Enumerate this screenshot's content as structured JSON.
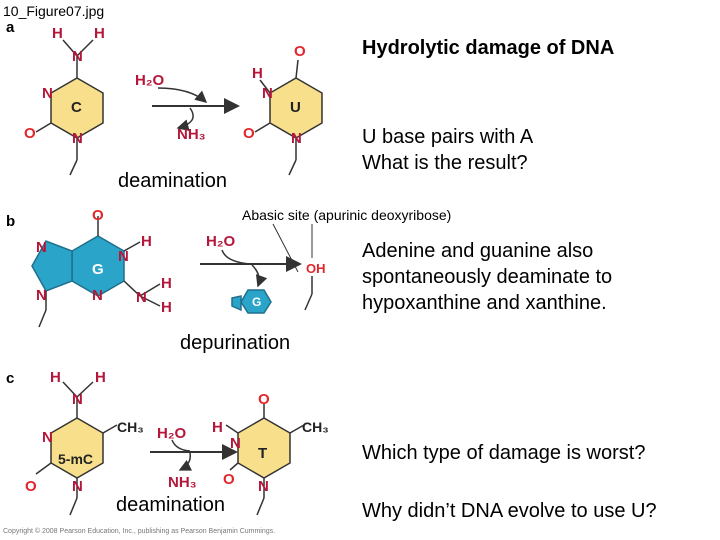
{
  "file_label": "10_Figure07.jpg",
  "title": "Hydrolytic damage of DNA",
  "panels": {
    "a": {
      "letter": "a",
      "base_reactant": "C",
      "base_product": "U",
      "reagent": "H₂O",
      "byproduct": "NH₃",
      "note_line1": "U base pairs with A",
      "note_line2": "What is the result?",
      "caption": "deamination"
    },
    "b": {
      "letter": "b",
      "base_label": "G",
      "released_base": "G",
      "reagent": "H₂O",
      "product_group": "OH",
      "abasic_label": "Abasic site (apurinic deoxyribose)",
      "note_line1": "Adenine and guanine also",
      "note_line2": "spontaneously deaminate to",
      "note_line3": "hypoxanthine and xanthine.",
      "caption": "depurination"
    },
    "c": {
      "letter": "c",
      "base_reactant": "5-mC",
      "base_product": "T",
      "methyl": "CH₃",
      "reagent": "H₂O",
      "byproduct": "NH₃",
      "question1": "Which type of damage is worst?",
      "question2": "Why didn’t DNA evolve to use U?",
      "caption": "deamination"
    }
  },
  "atoms": {
    "N": "N",
    "O": "O",
    "H": "H"
  },
  "copyright": "Copyright © 2008 Pearson Education, Inc., publishing as Pearson Benjamin Cummings.",
  "colors": {
    "ring_fill": "#f7df8c",
    "purine_fill": "#2aa4c9",
    "nitrogen": "#b5173b",
    "oxygen": "#e2262b",
    "carbon_text": "#222222",
    "arrow": "#333333"
  }
}
